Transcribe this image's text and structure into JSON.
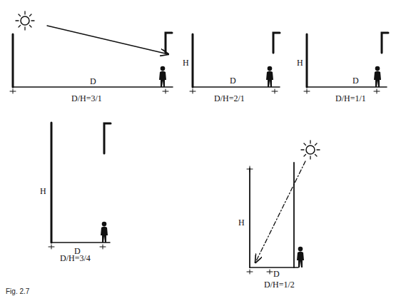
{
  "diagram": {
    "caption": "Fig. 2.7",
    "labels": [
      "D",
      "D/H=3/1",
      "H",
      "D",
      "D/H=2/1",
      "H",
      "D",
      "D/H=1/1",
      "H",
      "D",
      "D/H=3/4",
      "H",
      "D",
      "D/H=1/2"
    ]
  }
}
